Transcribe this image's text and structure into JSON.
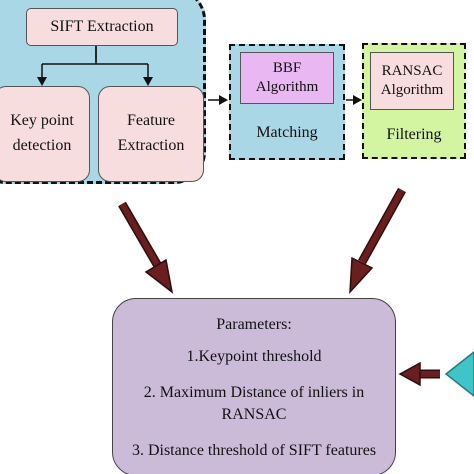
{
  "sift": {
    "title": "SIFT Extraction",
    "keypoint": "Key point detection",
    "feature": "Feature Extraction"
  },
  "matching": {
    "algorithm": "BBF Algorithm",
    "label": "Matching"
  },
  "filtering": {
    "algorithm": "RANSAC Algorithm",
    "label": "Filtering"
  },
  "parameters": {
    "heading": "Parameters:",
    "item1": "1.Keypoint threshold",
    "item2_line1": "2. Maximum Distance of inliers in",
    "item2_line2": "RANSAC",
    "item3": "3. Distance threshold of SIFT features"
  },
  "colors": {
    "sift_group": "#a9d7e6",
    "pink_box": "#f8ddde",
    "bbf_box": "#e9b7f1",
    "filter_group": "#d3f5a1",
    "params_box": "#cbbbd9",
    "arrow_maroon": "#6b1e1e",
    "teal_shape": "#3fc4c8"
  }
}
